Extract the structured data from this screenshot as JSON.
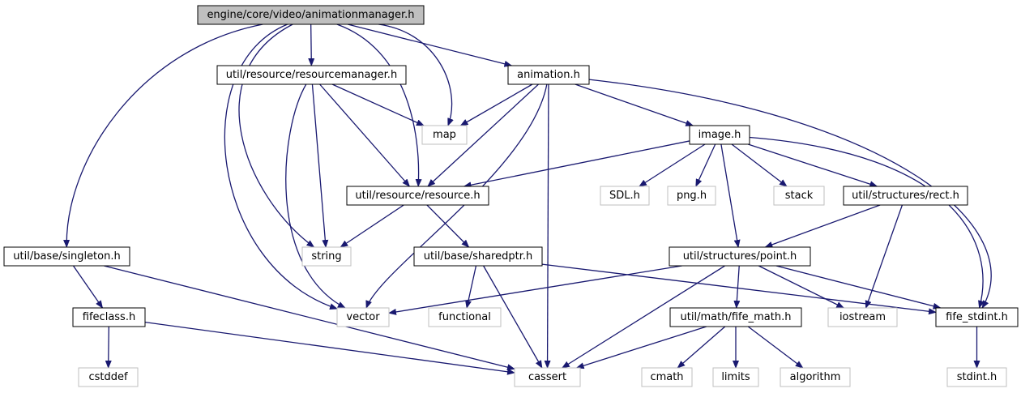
{
  "colors": {
    "edge": "#191970",
    "node_border": "#000000",
    "external_border": "#bfbfbf",
    "root_fill": "#bfbfbf",
    "node_fill": "#ffffff",
    "text": "#000000",
    "external_text": "#000000"
  },
  "nodes": [
    {
      "id": "animationmanager",
      "label": "engine/core/video/animationmanager.h",
      "kind": "root"
    },
    {
      "id": "resourcemanager",
      "label": "util/resource/resourcemanager.h",
      "kind": "internal"
    },
    {
      "id": "animation",
      "label": "animation.h",
      "kind": "internal"
    },
    {
      "id": "map",
      "label": "map",
      "kind": "external"
    },
    {
      "id": "image",
      "label": "image.h",
      "kind": "internal"
    },
    {
      "id": "resource",
      "label": "util/resource/resource.h",
      "kind": "internal"
    },
    {
      "id": "sdl",
      "label": "SDL.h",
      "kind": "external"
    },
    {
      "id": "png",
      "label": "png.h",
      "kind": "external"
    },
    {
      "id": "stack",
      "label": "stack",
      "kind": "external"
    },
    {
      "id": "rect",
      "label": "util/structures/rect.h",
      "kind": "internal"
    },
    {
      "id": "singleton",
      "label": "util/base/singleton.h",
      "kind": "internal"
    },
    {
      "id": "string",
      "label": "string",
      "kind": "external"
    },
    {
      "id": "sharedptr",
      "label": "util/base/sharedptr.h",
      "kind": "internal"
    },
    {
      "id": "point",
      "label": "util/structures/point.h",
      "kind": "internal"
    },
    {
      "id": "fifeclass",
      "label": "fifeclass.h",
      "kind": "internal"
    },
    {
      "id": "vector",
      "label": "vector",
      "kind": "external"
    },
    {
      "id": "functional",
      "label": "functional",
      "kind": "external"
    },
    {
      "id": "iostream",
      "label": "iostream",
      "kind": "external"
    },
    {
      "id": "fife_stdint",
      "label": "fife_stdint.h",
      "kind": "internal"
    },
    {
      "id": "fife_math",
      "label": "util/math/fife_math.h",
      "kind": "internal"
    },
    {
      "id": "cstddef",
      "label": "cstddef",
      "kind": "external"
    },
    {
      "id": "cassert",
      "label": "cassert",
      "kind": "external"
    },
    {
      "id": "cmath",
      "label": "cmath",
      "kind": "external"
    },
    {
      "id": "limits",
      "label": "limits",
      "kind": "external"
    },
    {
      "id": "algorithm",
      "label": "algorithm",
      "kind": "external"
    },
    {
      "id": "stdint",
      "label": "stdint.h",
      "kind": "external"
    }
  ],
  "edges": [
    {
      "from": "animationmanager",
      "to": "singleton"
    },
    {
      "from": "animationmanager",
      "to": "vector"
    },
    {
      "from": "animationmanager",
      "to": "string"
    },
    {
      "from": "animationmanager",
      "to": "resourcemanager"
    },
    {
      "from": "animationmanager",
      "to": "resource"
    },
    {
      "from": "animationmanager",
      "to": "map"
    },
    {
      "from": "animationmanager",
      "to": "animation"
    },
    {
      "from": "resourcemanager",
      "to": "vector"
    },
    {
      "from": "resourcemanager",
      "to": "string"
    },
    {
      "from": "resourcemanager",
      "to": "resource"
    },
    {
      "from": "resourcemanager",
      "to": "map"
    },
    {
      "from": "animation",
      "to": "map"
    },
    {
      "from": "animation",
      "to": "resource"
    },
    {
      "from": "animation",
      "to": "vector"
    },
    {
      "from": "animation",
      "to": "cassert"
    },
    {
      "from": "animation",
      "to": "image"
    },
    {
      "from": "animation",
      "to": "fife_stdint"
    },
    {
      "from": "image",
      "to": "resource"
    },
    {
      "from": "image",
      "to": "sdl"
    },
    {
      "from": "image",
      "to": "png"
    },
    {
      "from": "image",
      "to": "stack"
    },
    {
      "from": "image",
      "to": "rect"
    },
    {
      "from": "image",
      "to": "point"
    },
    {
      "from": "image",
      "to": "fife_stdint"
    },
    {
      "from": "resource",
      "to": "string"
    },
    {
      "from": "resource",
      "to": "sharedptr"
    },
    {
      "from": "rect",
      "to": "point"
    },
    {
      "from": "rect",
      "to": "iostream"
    },
    {
      "from": "singleton",
      "to": "fifeclass"
    },
    {
      "from": "singleton",
      "to": "cassert"
    },
    {
      "from": "sharedptr",
      "to": "functional"
    },
    {
      "from": "sharedptr",
      "to": "cassert"
    },
    {
      "from": "sharedptr",
      "to": "fife_stdint"
    },
    {
      "from": "point",
      "to": "vector"
    },
    {
      "from": "point",
      "to": "cassert"
    },
    {
      "from": "point",
      "to": "fife_math"
    },
    {
      "from": "point",
      "to": "iostream"
    },
    {
      "from": "point",
      "to": "fife_stdint"
    },
    {
      "from": "fifeclass",
      "to": "cstddef"
    },
    {
      "from": "fifeclass",
      "to": "cassert"
    },
    {
      "from": "fife_math",
      "to": "cassert"
    },
    {
      "from": "fife_math",
      "to": "cmath"
    },
    {
      "from": "fife_math",
      "to": "limits"
    },
    {
      "from": "fife_math",
      "to": "algorithm"
    },
    {
      "from": "fife_stdint",
      "to": "stdint"
    }
  ]
}
